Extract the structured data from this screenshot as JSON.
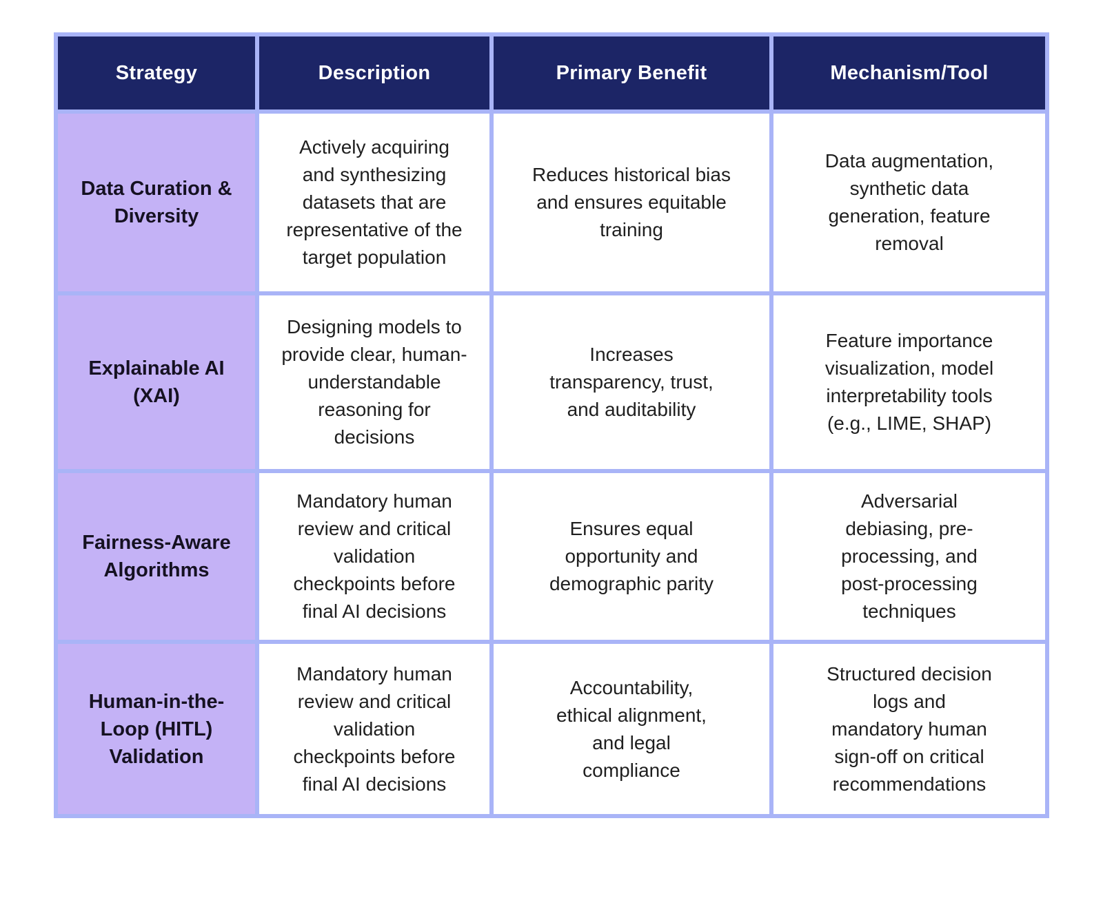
{
  "table": {
    "headers": [
      "Strategy",
      "Description",
      "Primary Benefit",
      "Mechanism/Tool"
    ],
    "rows": [
      {
        "strategy": "Data Curation &\nDiversity",
        "description": "Actively acquiring\nand synthesizing\ndatasets that are\nrepresentative of the\ntarget population",
        "benefit": "Reduces historical bias\nand ensures equitable\ntraining",
        "mechanism": "Data augmentation,\nsynthetic data\ngeneration, feature\nremoval"
      },
      {
        "strategy": "Explainable AI\n(XAI)",
        "description": "Designing models to\nprovide clear, human-\nunderstandable\nreasoning for\ndecisions",
        "benefit": "Increases\ntransparency, trust,\nand auditability",
        "mechanism": "Feature importance\nvisualization, model\ninterpretability tools\n(e.g., LIME, SHAP)"
      },
      {
        "strategy": "Fairness-Aware\nAlgorithms",
        "description": "Mandatory human\nreview and critical\nvalidation\ncheckpoints before\nfinal AI decisions",
        "benefit": "Ensures equal\nopportunity and\ndemographic parity",
        "mechanism": "Adversarial\ndebiasing, pre-\nprocessing, and\npost-processing\ntechniques"
      },
      {
        "strategy": "Human-in-the-\nLoop (HITL)\nValidation",
        "description": "Mandatory human\nreview and critical\nvalidation\ncheckpoints before\nfinal AI decisions",
        "benefit": "Accountability,\nethical alignment,\nand legal\ncompliance",
        "mechanism": "Structured decision\nlogs and\nmandatory human\nsign-off on critical\nrecommendations"
      }
    ],
    "colors": {
      "header_bg": "#1c2566",
      "header_text": "#ffffff",
      "strategy_cell_bg": "#c4b2f6",
      "strategy_cell_text": "#151121",
      "grid_border": "#a9b4f7",
      "body_text": "#1f1f1f",
      "page_bg": "#ffffff"
    }
  }
}
